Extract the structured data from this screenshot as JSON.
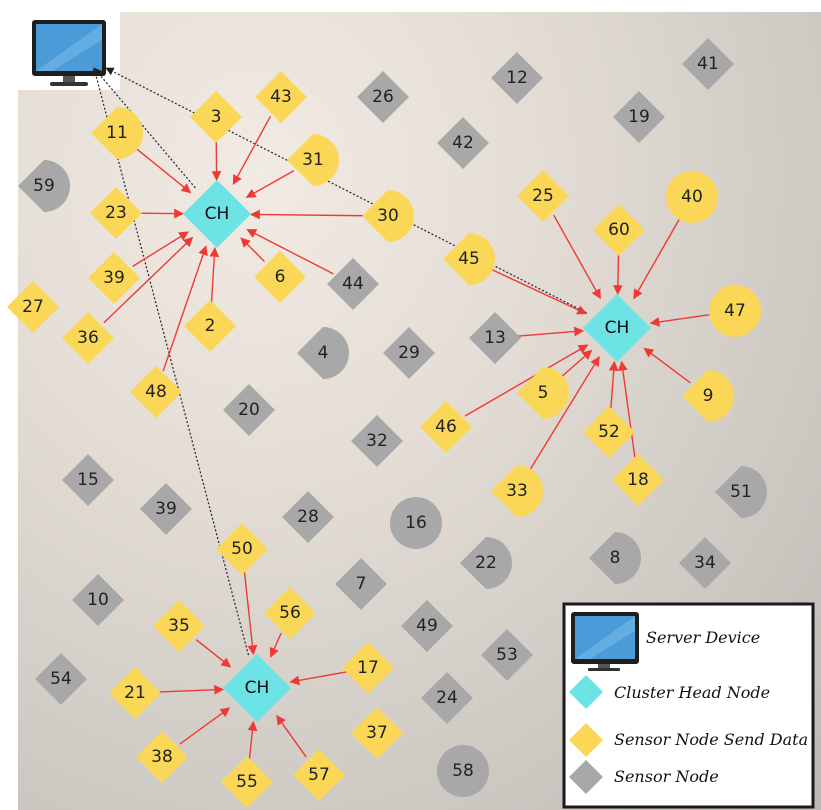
{
  "legend": {
    "server": "Server Device",
    "cluster_head": "Cluster Head Node",
    "sensor_send": "Sensor Node Send Data",
    "sensor": "Sensor Node"
  },
  "colors": {
    "cluster_head": "#6ee3e6",
    "sensor_send": "#fbd758",
    "sensor": "#a9a8a8",
    "link": "#ee3a36",
    "uplink": "#222222",
    "legend_border": "#1a1a1a"
  },
  "cluster_heads": [
    {
      "id": "ch1",
      "label": "CH"
    },
    {
      "id": "ch2",
      "label": "CH"
    },
    {
      "id": "ch3",
      "label": "CH"
    }
  ],
  "sending_nodes": [
    {
      "label": "11",
      "cluster": "ch1"
    },
    {
      "label": "3",
      "cluster": "ch1"
    },
    {
      "label": "43",
      "cluster": "ch1"
    },
    {
      "label": "31",
      "cluster": "ch1"
    },
    {
      "label": "23",
      "cluster": "ch1"
    },
    {
      "label": "30",
      "cluster": "ch1"
    },
    {
      "label": "39",
      "cluster": "ch1"
    },
    {
      "label": "6",
      "cluster": "ch1"
    },
    {
      "label": "44",
      "cluster": "ch1"
    },
    {
      "label": "36",
      "cluster": "ch1"
    },
    {
      "label": "2",
      "cluster": "ch1"
    },
    {
      "label": "48",
      "cluster": "ch1"
    },
    {
      "label": "27",
      "cluster": ""
    },
    {
      "label": "25",
      "cluster": "ch2"
    },
    {
      "label": "40",
      "cluster": "ch2"
    },
    {
      "label": "60",
      "cluster": "ch2"
    },
    {
      "label": "45",
      "cluster": "ch2"
    },
    {
      "label": "47",
      "cluster": "ch2"
    },
    {
      "label": "13",
      "cluster": "ch2"
    },
    {
      "label": "5",
      "cluster": "ch2"
    },
    {
      "label": "9",
      "cluster": "ch2"
    },
    {
      "label": "46",
      "cluster": "ch2"
    },
    {
      "label": "52",
      "cluster": "ch2"
    },
    {
      "label": "33",
      "cluster": "ch2"
    },
    {
      "label": "18",
      "cluster": "ch2"
    },
    {
      "label": "50",
      "cluster": "ch3"
    },
    {
      "label": "35",
      "cluster": "ch3"
    },
    {
      "label": "56",
      "cluster": "ch3"
    },
    {
      "label": "17",
      "cluster": "ch3"
    },
    {
      "label": "21",
      "cluster": "ch3"
    },
    {
      "label": "38",
      "cluster": "ch3"
    },
    {
      "label": "55",
      "cluster": "ch3"
    },
    {
      "label": "57",
      "cluster": "ch3"
    },
    {
      "label": "37",
      "cluster": ""
    }
  ],
  "sensor_nodes": [
    {
      "label": "59"
    },
    {
      "label": "26"
    },
    {
      "label": "12"
    },
    {
      "label": "41"
    },
    {
      "label": "42"
    },
    {
      "label": "19"
    },
    {
      "label": "4"
    },
    {
      "label": "29"
    },
    {
      "label": "20"
    },
    {
      "label": "32"
    },
    {
      "label": "15"
    },
    {
      "label": "39"
    },
    {
      "label": "28"
    },
    {
      "label": "16"
    },
    {
      "label": "22"
    },
    {
      "label": "8"
    },
    {
      "label": "34"
    },
    {
      "label": "51"
    },
    {
      "label": "7"
    },
    {
      "label": "10"
    },
    {
      "label": "49"
    },
    {
      "label": "53"
    },
    {
      "label": "54"
    },
    {
      "label": "24"
    },
    {
      "label": "58"
    }
  ]
}
